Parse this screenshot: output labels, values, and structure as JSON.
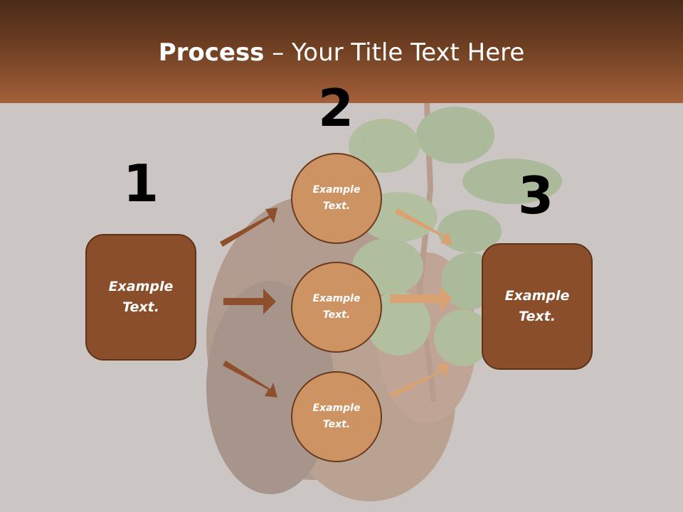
{
  "title": {
    "bold": "Process",
    "rest": " – Your Title Text Here"
  },
  "numbers": [
    "1",
    "2",
    "3"
  ],
  "left_box": {
    "text_line1": "Example",
    "text_line2": "Text."
  },
  "right_box": {
    "text_line1": "Example",
    "text_line2": "Text."
  },
  "circles": [
    {
      "line1": "Example",
      "line2": "Text."
    },
    {
      "line1": "Example",
      "line2": "Text."
    },
    {
      "line1": "Example",
      "line2": "Text."
    }
  ],
  "colors": {
    "header_dark": "#4a2a1a",
    "header_light": "#a4603a",
    "box_fill": "#8b4e2b",
    "circle_fill": "#cd9363",
    "arrow_dark": "#8d4f2c",
    "arrow_light": "#d8a272"
  }
}
